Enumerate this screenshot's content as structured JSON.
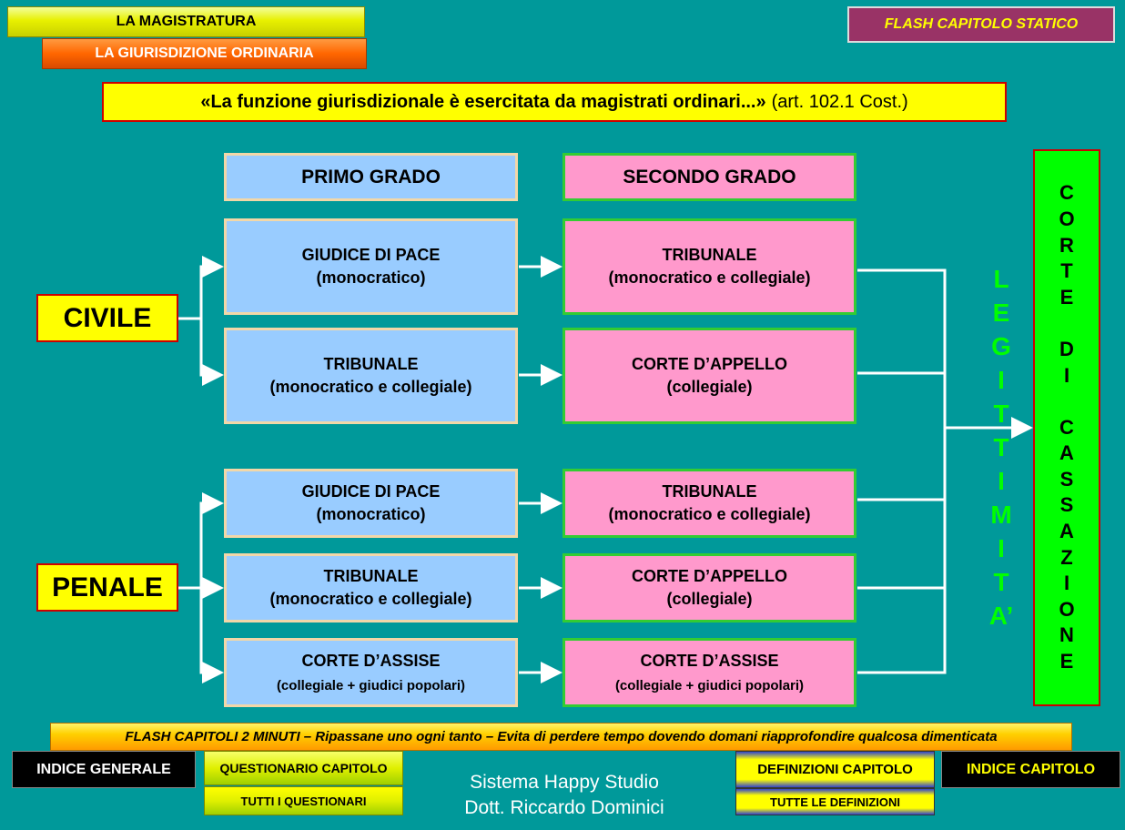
{
  "top_tags": {
    "magistratura": "LA MAGISTRATURA",
    "giurisdizione": "LA GIURISDIZIONE ORDINARIA",
    "flash_statico": "FLASH CAPITOLO STATICO"
  },
  "quote": {
    "text": "«La funzione giurisdizionale è esercitata da magistrati ordinari...»",
    "ref": "(art. 102.1 Cost.)"
  },
  "headers": {
    "primo": "PRIMO GRADO",
    "secondo": "SECONDO GRADO"
  },
  "civile": {
    "label": "CIVILE",
    "rows": [
      {
        "primo_title": "GIUDICE DI PACE",
        "primo_sub": "(monocratico)",
        "secondo_title": "TRIBUNALE",
        "secondo_sub": "(monocratico e collegiale)"
      },
      {
        "primo_title": "TRIBUNALE",
        "primo_sub": "(monocratico e collegiale)",
        "secondo_title": "CORTE D’APPELLO",
        "secondo_sub": "(collegiale)"
      }
    ]
  },
  "penale": {
    "label": "PENALE",
    "rows": [
      {
        "primo_title": "GIUDICE DI PACE",
        "primo_sub": "(monocratico)",
        "secondo_title": "TRIBUNALE",
        "secondo_sub": "(monocratico e collegiale)"
      },
      {
        "primo_title": "TRIBUNALE",
        "primo_sub": "(monocratico e collegiale)",
        "secondo_title": "CORTE D’APPELLO",
        "secondo_sub": "(collegiale)"
      },
      {
        "primo_title": "CORTE D’ASSISE",
        "primo_sub": "(collegiale + giudici popolari)",
        "secondo_title": "CORTE D’ASSISE",
        "secondo_sub": "(collegiale + giudici popolari)"
      }
    ]
  },
  "legittimita_letters": [
    "L",
    "E",
    "G",
    "I",
    "T",
    "T",
    "I",
    "M",
    "I",
    "T",
    "A’"
  ],
  "cassazione_letters": [
    "C",
    "O",
    "R",
    "T",
    "E",
    "",
    "D",
    "I",
    "",
    "C",
    "A",
    "S",
    "S",
    "A",
    "Z",
    "I",
    "O",
    "N",
    "E"
  ],
  "footer": {
    "strip": "FLASH CAPITOLI 2 MINUTI – Ripassane uno ogni tanto – Evita di perdere tempo dovendo domani riapprofondire qualcosa dimenticata",
    "indice_generale": "INDICE GENERALE",
    "questionario": "QUESTIONARIO CAPITOLO",
    "tutti_questionari": "TUTTI  I QUESTIONARI",
    "sig_line1": "Sistema Happy Studio",
    "sig_line2": "Dott. Riccardo Dominici",
    "definizioni": "DEFINIZIONI CAPITOLO",
    "tutte_definizioni": "TUTTE LE DEFINIZIONI",
    "indice_capitolo": "INDICE CAPITOLO"
  },
  "colors": {
    "background": "#00999a",
    "primo_fill": "#99ccff",
    "secondo_fill": "#ff99cc",
    "cassazione_fill": "#00ff00",
    "legittimita_text": "#00ff00",
    "label_fill": "#ffff00"
  }
}
